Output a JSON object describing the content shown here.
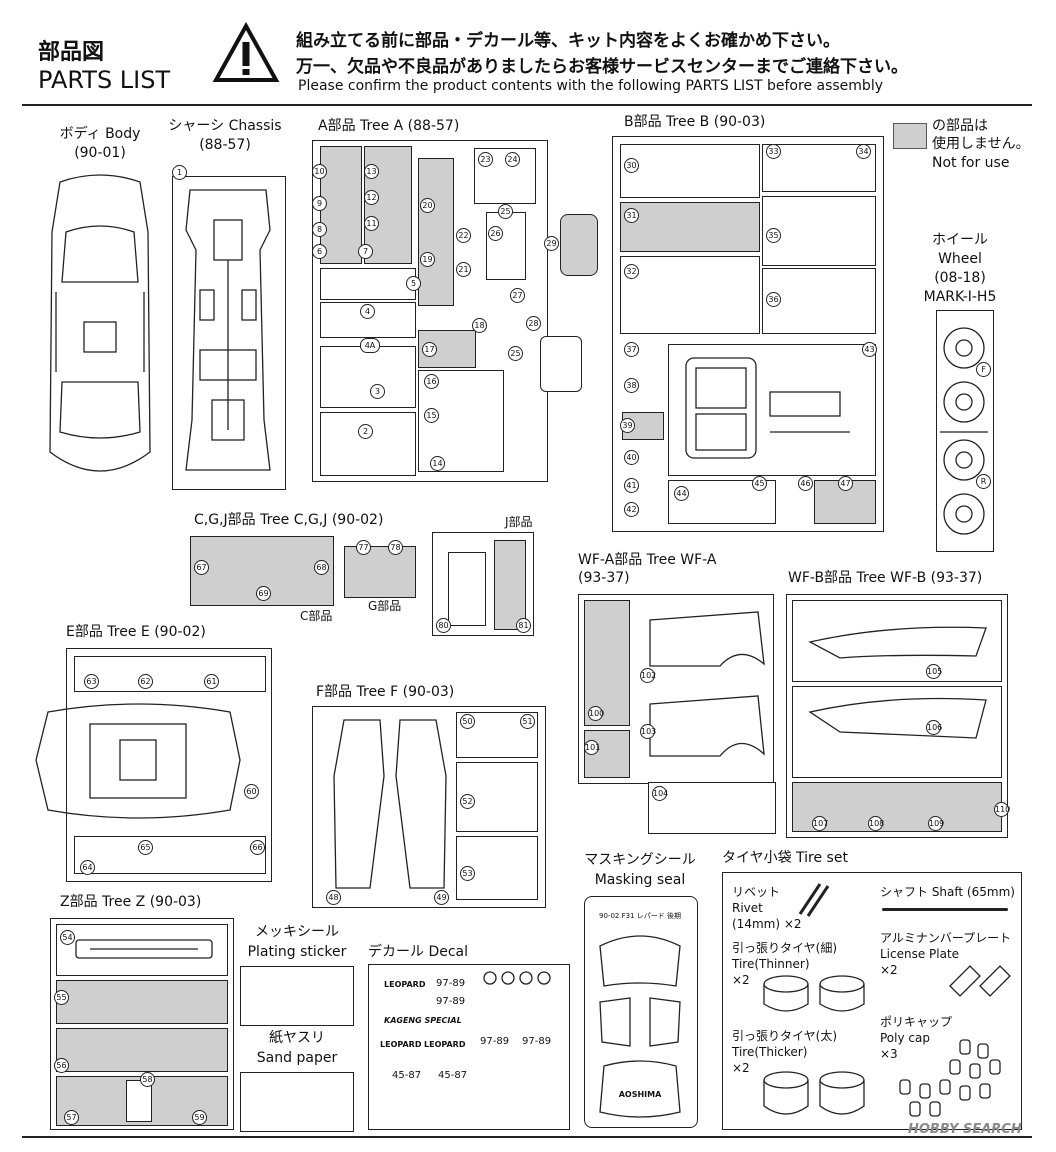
{
  "header": {
    "title_ja": "部品図",
    "title_en": "PARTS LIST",
    "warning_ja_1": "組み立てる前に部品・デカール等、キット内容をよくお確かめ下さい。",
    "warning_ja_2": "万一、欠品や不良品がありましたらお客様サービスセンターまでご連絡下さい。",
    "warning_en": "Please confirm the product contents with the following PARTS LIST before assembly"
  },
  "legend": {
    "line1": "の部品は",
    "line2": "使用しません。",
    "line3": "Not for use"
  },
  "body": {
    "line1": "ボディ Body",
    "line2": "(90-01)"
  },
  "chassis": {
    "line1": "シャーシ Chassis",
    "line2": "(88-57)",
    "num": "1"
  },
  "treeA": {
    "title": "A部品 Tree A (88-57)",
    "nums": [
      "10",
      "13",
      "12",
      "9",
      "11",
      "8",
      "6",
      "7",
      "5",
      "4",
      "4A",
      "3",
      "2",
      "20",
      "19",
      "22",
      "21",
      "23",
      "24",
      "25",
      "26",
      "27",
      "29",
      "17",
      "18",
      "25",
      "16",
      "15",
      "14",
      "28"
    ]
  },
  "treeB": {
    "title": "B部品 Tree B (90-03)",
    "nums": [
      "30",
      "31",
      "32",
      "33",
      "34",
      "35",
      "36",
      "37",
      "38",
      "39",
      "40",
      "41",
      "42",
      "43",
      "44",
      "45",
      "46",
      "47"
    ]
  },
  "wheel": {
    "line1": "ホイール",
    "line2": "Wheel",
    "line3": "(08-18)",
    "line4": "MARK-I-H5",
    "markF": "F",
    "markR": "R"
  },
  "treeCGJ": {
    "title": "C,G,J部品 Tree C,G,J (90-02)",
    "j_label": "J部品",
    "g_label": "G部品",
    "c_label": "C部品",
    "nums": [
      "67",
      "68",
      "69",
      "77",
      "78",
      "80",
      "81"
    ]
  },
  "treeE": {
    "title": "E部品 Tree E (90-02)",
    "nums": [
      "63",
      "62",
      "61",
      "60",
      "64",
      "65",
      "66"
    ]
  },
  "treeF": {
    "title": "F部品 Tree F (90-03)",
    "nums": [
      "50",
      "51",
      "52",
      "53",
      "48",
      "49"
    ]
  },
  "treeWFA": {
    "title": "WF-A部品 Tree WF-A",
    "sub": "(93-37)",
    "nums": [
      "102",
      "103",
      "100",
      "101",
      "104"
    ]
  },
  "treeWFB": {
    "title": "WF-B部品 Tree WF-B (93-37)",
    "nums": [
      "105",
      "106",
      "107",
      "108",
      "109",
      "110"
    ]
  },
  "treeZ": {
    "title": "Z部品 Tree Z (90-03)",
    "nums": [
      "54",
      "55",
      "56",
      "58",
      "57",
      "59"
    ]
  },
  "plating": {
    "line1": "メッキシール",
    "line2": "Plating sticker"
  },
  "sandpaper": {
    "line1": "紙ヤスリ",
    "line2": "Sand paper"
  },
  "decal": {
    "title": "デカール Decal",
    "plates": [
      "97-89",
      "97-89",
      "97-89",
      "97-89",
      "45-87",
      "45-87"
    ],
    "brands": [
      "LEOPARD",
      "LEOPARD",
      "LEOPARD",
      "KAGENG SPECIAL"
    ]
  },
  "masking": {
    "line1": "マスキングシール",
    "line2": "Masking seal",
    "code": "90-02 F31 レパード 後期",
    "brand": "AOSHIMA"
  },
  "tireset": {
    "title": "タイヤ小袋 Tire set",
    "rivet": [
      "リベット",
      "Rivet",
      "(14mm) ×2"
    ],
    "thin": [
      "引っ張りタイヤ(細)",
      "Tire(Thinner)",
      "×2"
    ],
    "thick": [
      "引っ張りタイヤ(太)",
      "Tire(Thicker)",
      "×2"
    ],
    "shaft": "シャフト Shaft (65mm)",
    "plate": [
      "アルミナンバープレート",
      "License Plate",
      "×2"
    ],
    "polycap": [
      "ポリキャップ",
      "Poly cap",
      "×3"
    ]
  },
  "watermark": "HOBBY SEARCH"
}
